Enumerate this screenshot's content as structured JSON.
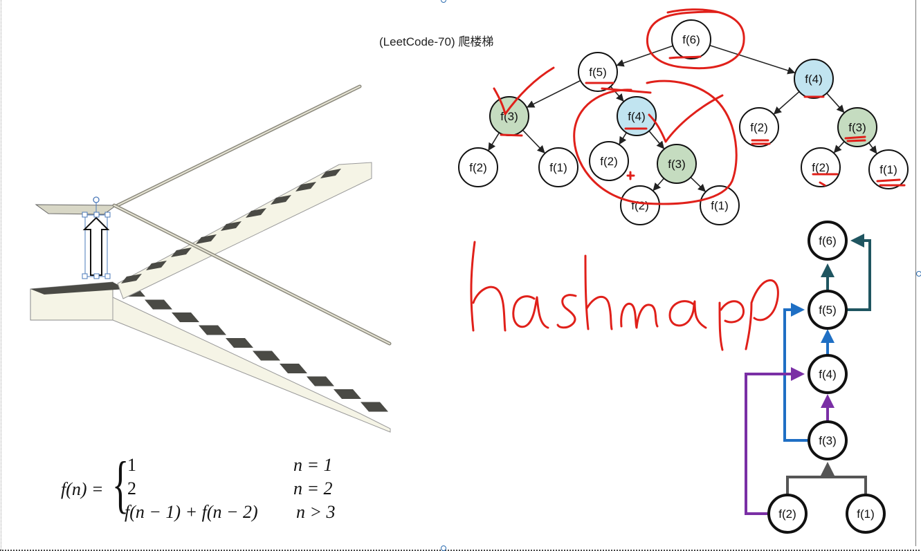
{
  "title": "(LeetCode-70) 爬楼梯",
  "recursion_tree": {
    "nodes": [
      {
        "id": "n6",
        "label": "f(6)",
        "fill": "#ffffff"
      },
      {
        "id": "n5a",
        "label": "f(5)",
        "fill": "#ffffff"
      },
      {
        "id": "n4a",
        "label": "f(4)",
        "fill": "#c1e4f0"
      },
      {
        "id": "n3a",
        "label": "f(3)",
        "fill": "#c5dcc0"
      },
      {
        "id": "n4b",
        "label": "f(4)",
        "fill": "#c1e4f0"
      },
      {
        "id": "n2a",
        "label": "f(2)",
        "fill": "#ffffff"
      },
      {
        "id": "n3b",
        "label": "f(3)",
        "fill": "#c5dcc0"
      },
      {
        "id": "n2b",
        "label": "f(2)",
        "fill": "#ffffff"
      },
      {
        "id": "n1a",
        "label": "f(1)",
        "fill": "#ffffff"
      },
      {
        "id": "n2c",
        "label": "f(2)",
        "fill": "#ffffff"
      },
      {
        "id": "n3c",
        "label": "f(3)",
        "fill": "#c5dcc0"
      },
      {
        "id": "n2d",
        "label": "f(2)",
        "fill": "#ffffff"
      },
      {
        "id": "n1b",
        "label": "f(1)",
        "fill": "#ffffff"
      },
      {
        "id": "n2e",
        "label": "f(2)",
        "fill": "#ffffff"
      },
      {
        "id": "n1c",
        "label": "f(1)",
        "fill": "#ffffff"
      }
    ],
    "edges": [
      [
        "n6",
        "n5a"
      ],
      [
        "n6",
        "n4a"
      ],
      [
        "n5a",
        "n3a"
      ],
      [
        "n5a",
        "n4b"
      ],
      [
        "n4a",
        "n2a"
      ],
      [
        "n4a",
        "n3b"
      ],
      [
        "n3a",
        "n2b"
      ],
      [
        "n3a",
        "n1a"
      ],
      [
        "n4b",
        "n2c"
      ],
      [
        "n4b",
        "n3c"
      ],
      [
        "n3c",
        "n2d"
      ],
      [
        "n3c",
        "n1b"
      ],
      [
        "n3b",
        "n2e"
      ],
      [
        "n3b",
        "n1c"
      ]
    ]
  },
  "memo_chain": {
    "nodes": [
      {
        "id": "m6",
        "label": "f(6)"
      },
      {
        "id": "m5",
        "label": "f(5)"
      },
      {
        "id": "m4",
        "label": "f(4)"
      },
      {
        "id": "m3",
        "label": "f(3)"
      },
      {
        "id": "m2",
        "label": "f(2)"
      },
      {
        "id": "m1",
        "label": "f(1)"
      }
    ],
    "colors": {
      "teal": "#1f5560",
      "blue": "#1f6fc4",
      "purple": "#7a2fa5",
      "gray": "#555555"
    }
  },
  "annotation": {
    "text": "hashmap",
    "color": "#e0201a"
  },
  "formula": {
    "lhs": "f(n) =",
    "cases": [
      {
        "value": "1",
        "condition": "n = 1"
      },
      {
        "value": "2",
        "condition": "n = 2"
      },
      {
        "value": "f(n − 1) + f(n − 2)",
        "condition": "n > 3"
      }
    ]
  },
  "colors": {
    "node_blue": "#c1e4f0",
    "node_green": "#c5dcc0",
    "ink_red": "#e0201a",
    "stair_tread": "#4a4a45",
    "stair_body": "#f5f4e6"
  }
}
